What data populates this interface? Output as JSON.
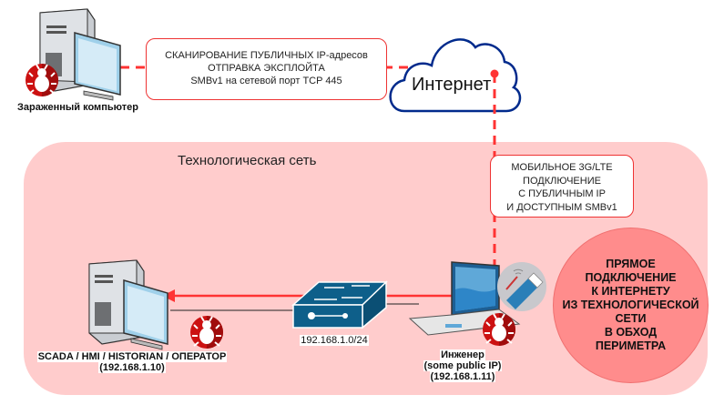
{
  "diagram": {
    "infected_computer": {
      "label": "Зараженный компьютер",
      "icon": "desktop-computer-icon",
      "badge_icon": "bug-icon"
    },
    "scan_callout": {
      "lines": [
        "СКАНИРОВАНИЕ ПУБЛИЧНЫХ IP-адресов",
        "ОТПРАВКА ЭКСПЛОЙТА",
        "SMBv1 на сетевой порт TCP 445"
      ]
    },
    "internet": {
      "label": "Интернет",
      "icon": "cloud-icon"
    },
    "tech_network": {
      "title": "Технологическая сеть"
    },
    "mobile_callout": {
      "lines": [
        "МОБИЛЬНОЕ 3G/LTE",
        "ПОДКЛЮЧЕНИЕ",
        "С ПУБЛИЧНЫМ IP",
        "И ДОСТУПНЫМ SMBv1"
      ]
    },
    "bypass_note": {
      "lines": [
        "ПРЯМОЕ",
        "ПОДКЛЮЧЕНИЕ",
        "К ИНТЕРНЕТУ",
        "ИЗ ТЕХНОЛОГИЧЕСКОЙ",
        "СЕТИ",
        "В ОБХОД",
        "ПЕРИМЕТРА"
      ]
    },
    "scada": {
      "label_line1": "SCADA / HMI / HISTORIAN / ОПЕРАТОР",
      "label_line2": "(192.168.1.10)",
      "icon": "desktop-computer-icon",
      "badge_icon": "bug-icon"
    },
    "switch": {
      "label": "192.168.1.0/24",
      "icon": "network-switch-icon"
    },
    "engineer": {
      "label_line1": "Инженер",
      "label_line2": "(some public IP)",
      "label_line3": "(192.168.1.11)",
      "icon": "laptop-icon",
      "badge_icon": "bug-icon",
      "modem_icon": "usb-modem-icon"
    },
    "colors": {
      "attack_red": "#ff3333",
      "zone_pink": "#ffcccc",
      "bypass_circle": "#ff8c8c",
      "cloud_outline": "#002a8c",
      "switch_blue": "#0e5f8a",
      "bug_red": "#cc1111"
    }
  }
}
